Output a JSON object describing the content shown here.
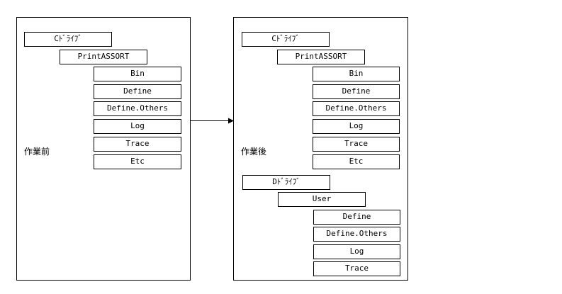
{
  "before": {
    "label": "作業前",
    "drive": "Cﾄﾞﾗｲﾌﾞ",
    "folder": "PrintASSORT",
    "children": [
      "Bin",
      "Define",
      "Define.Others",
      "Log",
      "Trace",
      "Etc"
    ]
  },
  "after": {
    "label": "作業後",
    "drive": "Cﾄﾞﾗｲﾌﾞ",
    "folder": "PrintASSORT",
    "children": [
      "Bin",
      "Define",
      "Define.Others",
      "Log",
      "Trace",
      "Etc"
    ],
    "drive2": "Dﾄﾞﾗｲﾌﾞ",
    "folder2": "User",
    "children2": [
      "Define",
      "Define.Others",
      "Log",
      "Trace"
    ]
  }
}
